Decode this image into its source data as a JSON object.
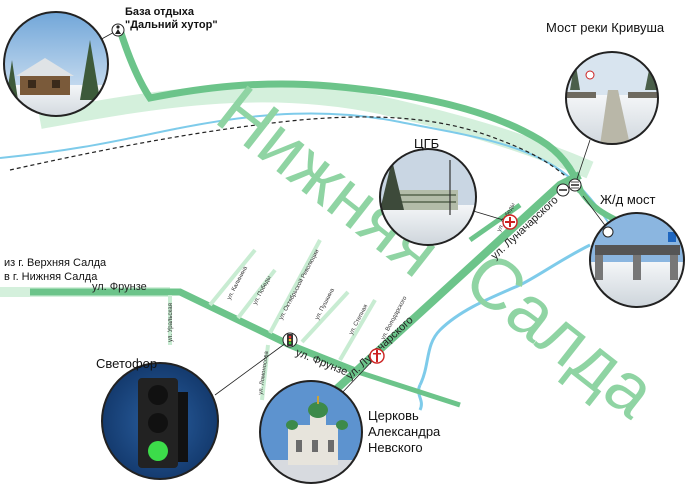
{
  "town_name": {
    "word1": "Нижняя",
    "word2": "Салда"
  },
  "colors": {
    "road": "#6cc48a",
    "road_light": "#c8ecd2",
    "river": "#7ecbea",
    "rail": "#222222",
    "background": "#ffffff",
    "town_text": "#8fd4a3"
  },
  "places": {
    "resort": {
      "line1": "База отдыха",
      "line2": "\"Дальний хутор\""
    },
    "bridge_river": {
      "label": "Мост реки Кривуша"
    },
    "hospital": {
      "label": "ЦГБ"
    },
    "rail_bridge": {
      "label": "Ж/д мост"
    },
    "traffic_light": {
      "label": "Светофор"
    },
    "church": {
      "line1": "Церковь",
      "line2": "Александра",
      "line3": "Невского"
    },
    "origin": {
      "line1": "из г. Верхняя Салда",
      "line2": "в г. Нижняя Салда"
    }
  },
  "streets": {
    "frunze_west": "ул. Фрунзе",
    "frunze_east": "ул. Фрунзе",
    "lunacharskogo_north": "ул. Луначарского",
    "lunacharskogo_south": "ул. Луначарского",
    "uralskaya": "ул. Уральская",
    "kalinina": "ул. Калинина",
    "pobedy": "ул. Победы",
    "oktyabrskoy": "ул. Октябрьской Революции",
    "pushkina": "ул. Пушкина",
    "stepnaya": "ул. Степная",
    "volodarskogo": "ул. Володарского",
    "lomonosova": "ул. Ломоносова",
    "pobedy_north": "ул. Победы"
  },
  "icons": {
    "resort_marker": "person-marker-icon",
    "hospital_marker": "red-cross-icon",
    "church_marker": "church-icon",
    "traffic_marker": "traffic-light-icon",
    "bridge_marker": "bridge-icon"
  }
}
